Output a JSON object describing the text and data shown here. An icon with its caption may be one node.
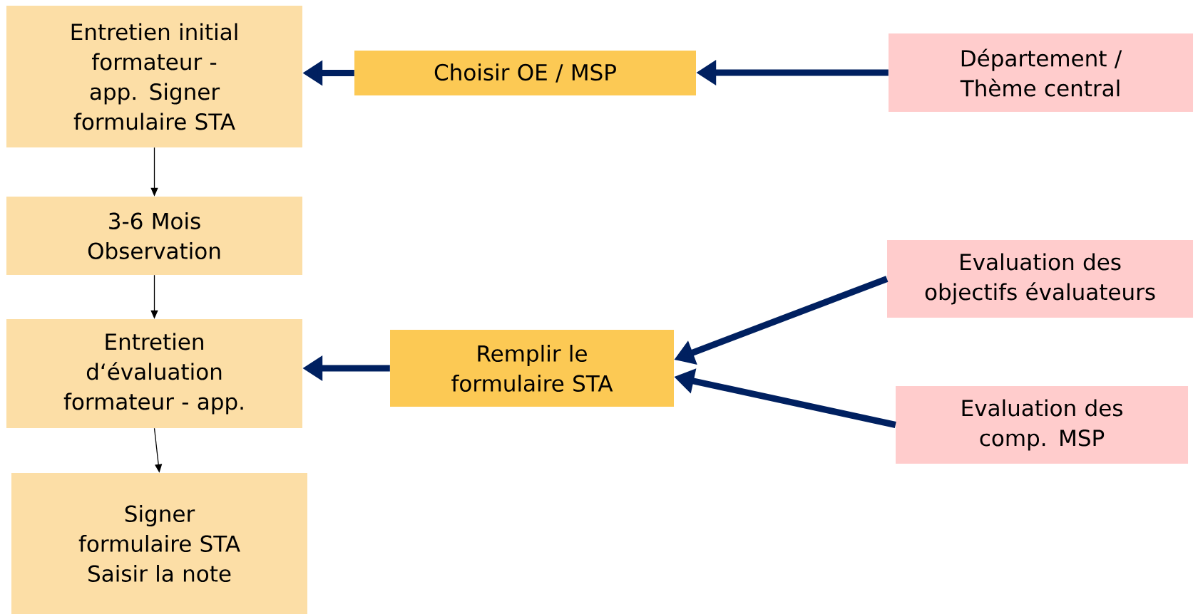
{
  "diagram": {
    "nodes": [
      {
        "text": [
          "Entretien initial formateur - app. Signer formulaire STA"
        ]
      },
      {
        "text": [
          "Choisir OE / MSP"
        ]
      },
      {
        "text": [
          "Département / Thème central"
        ]
      },
      {
        "text": [
          "3-6 Mois Observation"
        ]
      },
      {
        "text": [
          "Entretien d‘évaluation formateur - app."
        ]
      },
      {
        "text": [
          "Remplir le formulaire STA"
        ]
      },
      {
        "text": [
          "Evaluation des objectifs évaluateurs"
        ]
      },
      {
        "text": [
          "Evaluation des comp. MSP"
        ]
      },
      {
        "text": [
          "Signer formulaire STA",
          "Saisir la note"
        ]
      }
    ],
    "edges": [
      {
        "from": 2,
        "to": 1,
        "arrow": "to"
      },
      {
        "from": 1,
        "to": 0,
        "arrow": "to"
      },
      {
        "from": 0,
        "to": 3,
        "arrow": "to",
        "color": "#000000"
      },
      {
        "from": 3,
        "to": 4,
        "arrow": "to",
        "color": "#000000"
      },
      {
        "from": 4,
        "to": 8,
        "arrow": "to",
        "color": "#000000"
      },
      {
        "from": 6,
        "to": 5,
        "arrow": "to"
      },
      {
        "from": 7,
        "to": 5,
        "arrow": "to"
      },
      {
        "from": 5,
        "to": 4,
        "arrow": "to"
      }
    ]
  }
}
